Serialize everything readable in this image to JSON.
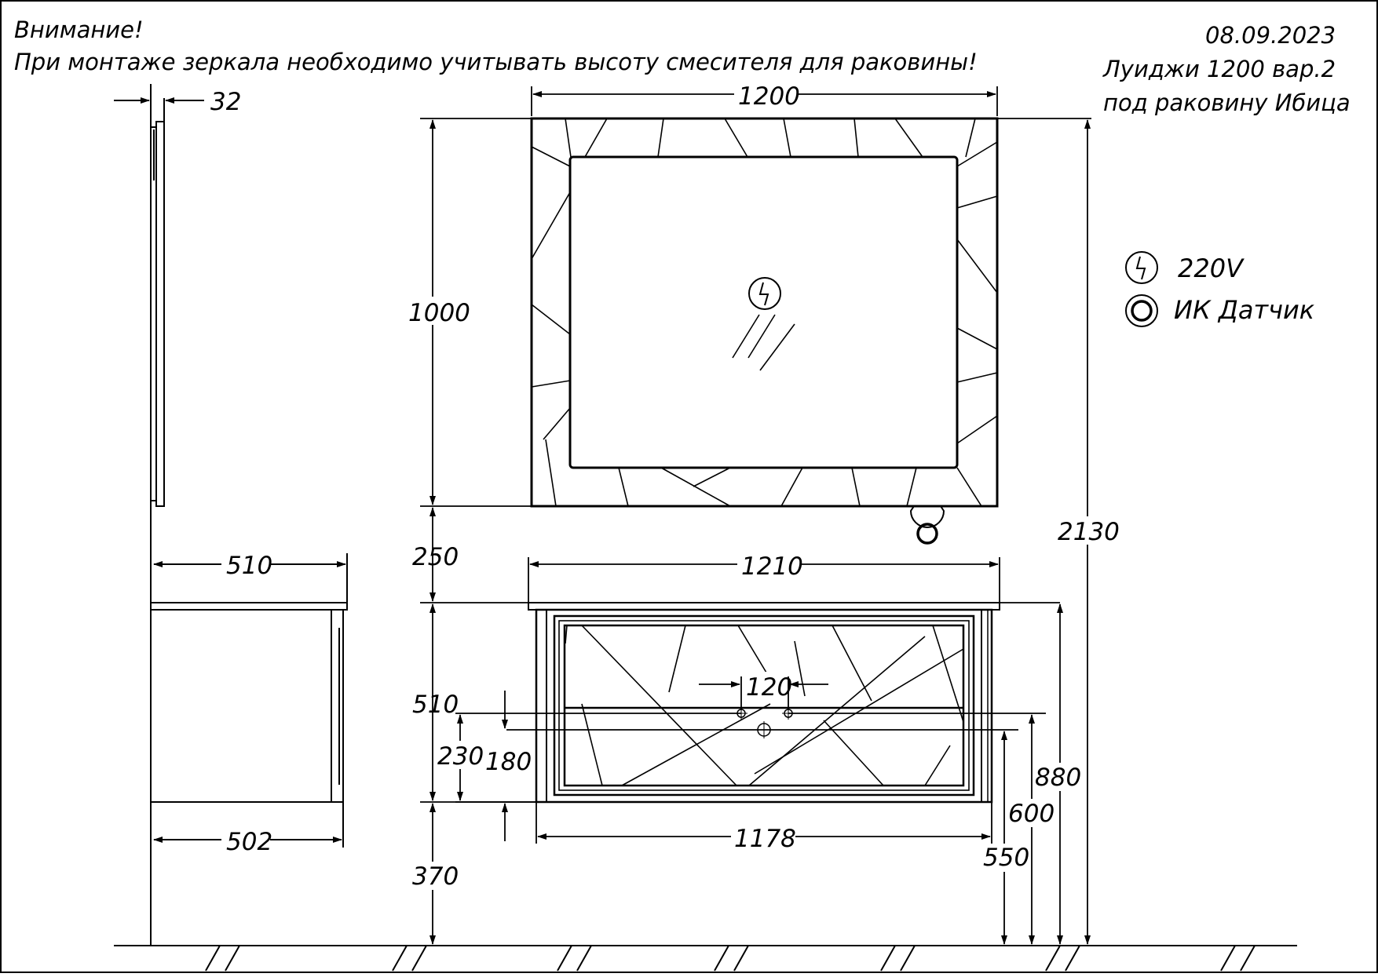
{
  "notes": {
    "warning_title": "Внимание!",
    "warning_text": "При монтаже зеркала необходимо учитывать высоту смесителя для раковины!"
  },
  "title_block": {
    "date": "08.09.2023",
    "product": "Луиджи  1200  вар.2",
    "variant": "под раковину Ибица"
  },
  "legend": {
    "power": "220V",
    "sensor": "ИК Датчик"
  },
  "dimensions": {
    "mirror_depth": "32",
    "mirror_width": "1200",
    "mirror_height": "1000",
    "gap_mirror_cabinet": "250",
    "total_height": "2130",
    "top_depth": "510",
    "top_width": "1210",
    "cabinet_height": "510",
    "tap_spacing": "120",
    "drain_zone": "230",
    "tap_zone": "180",
    "cabinet_top_height": "880",
    "tap_height": "600",
    "drain_height": "550",
    "body_width": "1178",
    "body_depth": "502",
    "cabinet_elevation": "370"
  }
}
